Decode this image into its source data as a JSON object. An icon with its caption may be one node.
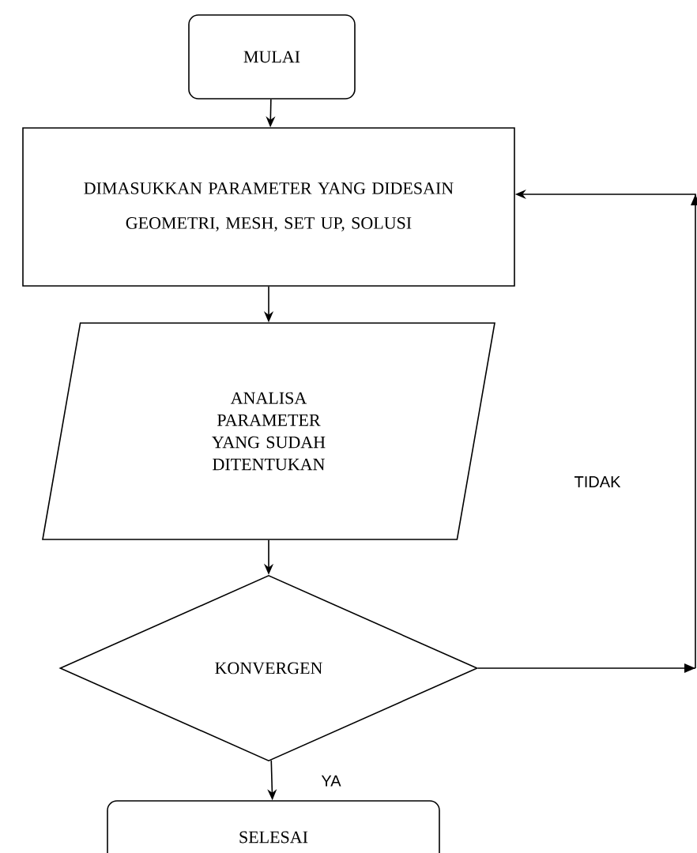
{
  "diagram": {
    "nodes": [
      {
        "text": [
          "MULAI"
        ]
      },
      {
        "text": [
          "DIMASUKKAN PARAMETER YANG DIDESAIN",
          "GEOMETRI, MESH, SET UP, SOLUSI"
        ]
      },
      {
        "text": [
          "ANALISA PARAMETER YANG SUDAH DITENTUKAN"
        ]
      },
      {
        "text": [
          "KONVERGEN"
        ]
      },
      {
        "text": [
          "SELESAI"
        ]
      }
    ],
    "edges": [
      {
        "from": 0,
        "to": 1,
        "arrow": "to"
      },
      {
        "from": 1,
        "to": 2,
        "arrow": "to"
      },
      {
        "from": 2,
        "to": 3,
        "arrow": "to"
      },
      {
        "from": 3,
        "to": 4,
        "arrow": "to",
        "label": "YA"
      },
      {
        "from": 3,
        "to": 1,
        "arrow": "to",
        "label": "TIDAK"
      }
    ]
  }
}
